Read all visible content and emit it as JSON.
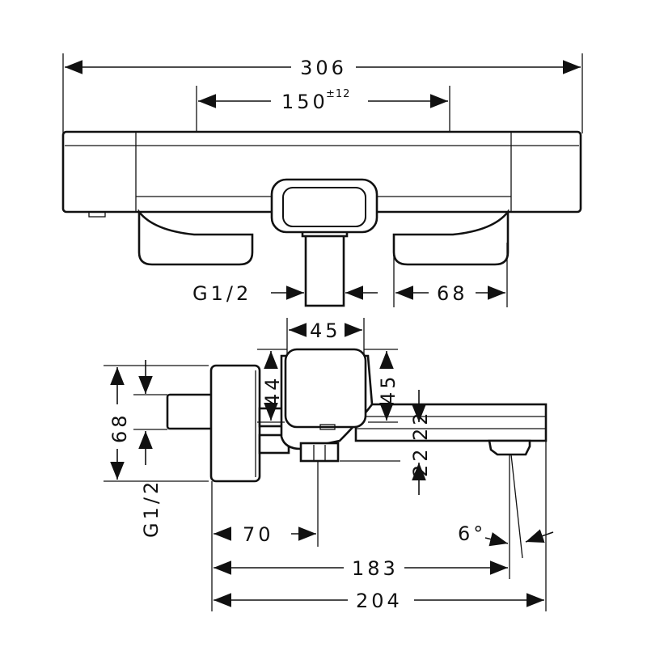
{
  "top_view": {
    "overall_width": "306",
    "center_distance": "150",
    "center_tolerance": "±12",
    "outlet_thread": "G1/2",
    "handle_width": "68"
  },
  "side_view": {
    "handle_width": "45",
    "handle_height_left": "44",
    "handle_height_right": "45",
    "spout_dim_upper": "22",
    "spout_dim_lower": "22",
    "plate_height": "68",
    "inlet_thread": "G1/2",
    "outlet_offset": "70",
    "spout_reach_to_outlet": "183",
    "total_depth": "204",
    "spout_angle": "6°"
  },
  "colors": {
    "line": "#111111",
    "background": "#ffffff"
  }
}
